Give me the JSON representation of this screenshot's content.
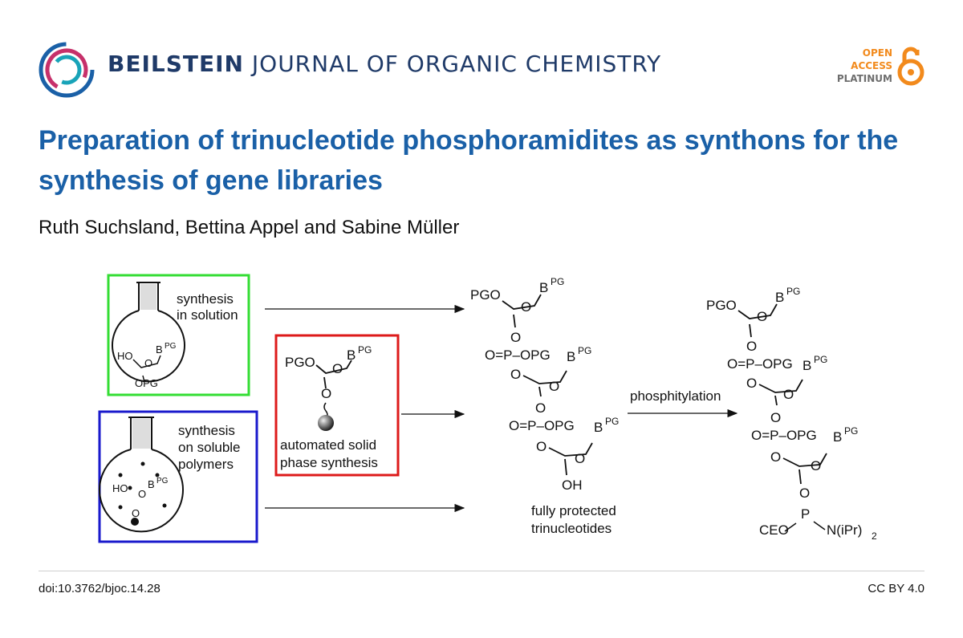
{
  "journal": {
    "name_bold": "BEILSTEIN",
    "name_rest": "JOURNAL OF ORGANIC CHEMISTRY"
  },
  "badge": {
    "line1": "OPEN",
    "line2": "ACCESS",
    "line3": "PLATINUM"
  },
  "article": {
    "title": "Preparation of trinucleotide phosphoramidites as synthons for the synthesis of gene libraries",
    "authors": "Ruth Suchsland, Bettina Appel and Sabine Müller"
  },
  "figure": {
    "box_green": {
      "label1": "synthesis",
      "label2": "in solution",
      "color": "#33dd33"
    },
    "box_blue": {
      "label1": "synthesis",
      "label2": "on soluble",
      "label3": "polymers",
      "color": "#1a1acc"
    },
    "box_red": {
      "label1": "automated solid",
      "label2": "phase synthesis",
      "color": "#dd1a1a"
    },
    "arrow_label": "phosphitylation",
    "product_label1": "fully protected",
    "product_label2": "trinucleotides",
    "chem": {
      "PGO": "PGO",
      "B": "B",
      "PG": "PG",
      "O": "O",
      "HO": "HO",
      "OPG": "OPG",
      "OPPG": "O=P–OPG",
      "OH": "OH",
      "P": "P",
      "CEO": "CEO",
      "N": "N(iPr)",
      "sub2": "2"
    }
  },
  "footer": {
    "doi": "doi:10.3762/bjoc.14.28",
    "license": "CC BY 4.0"
  },
  "colors": {
    "title": "#1a60a7",
    "journal": "#1f3a68",
    "oa_orange": "#f28a1c"
  }
}
